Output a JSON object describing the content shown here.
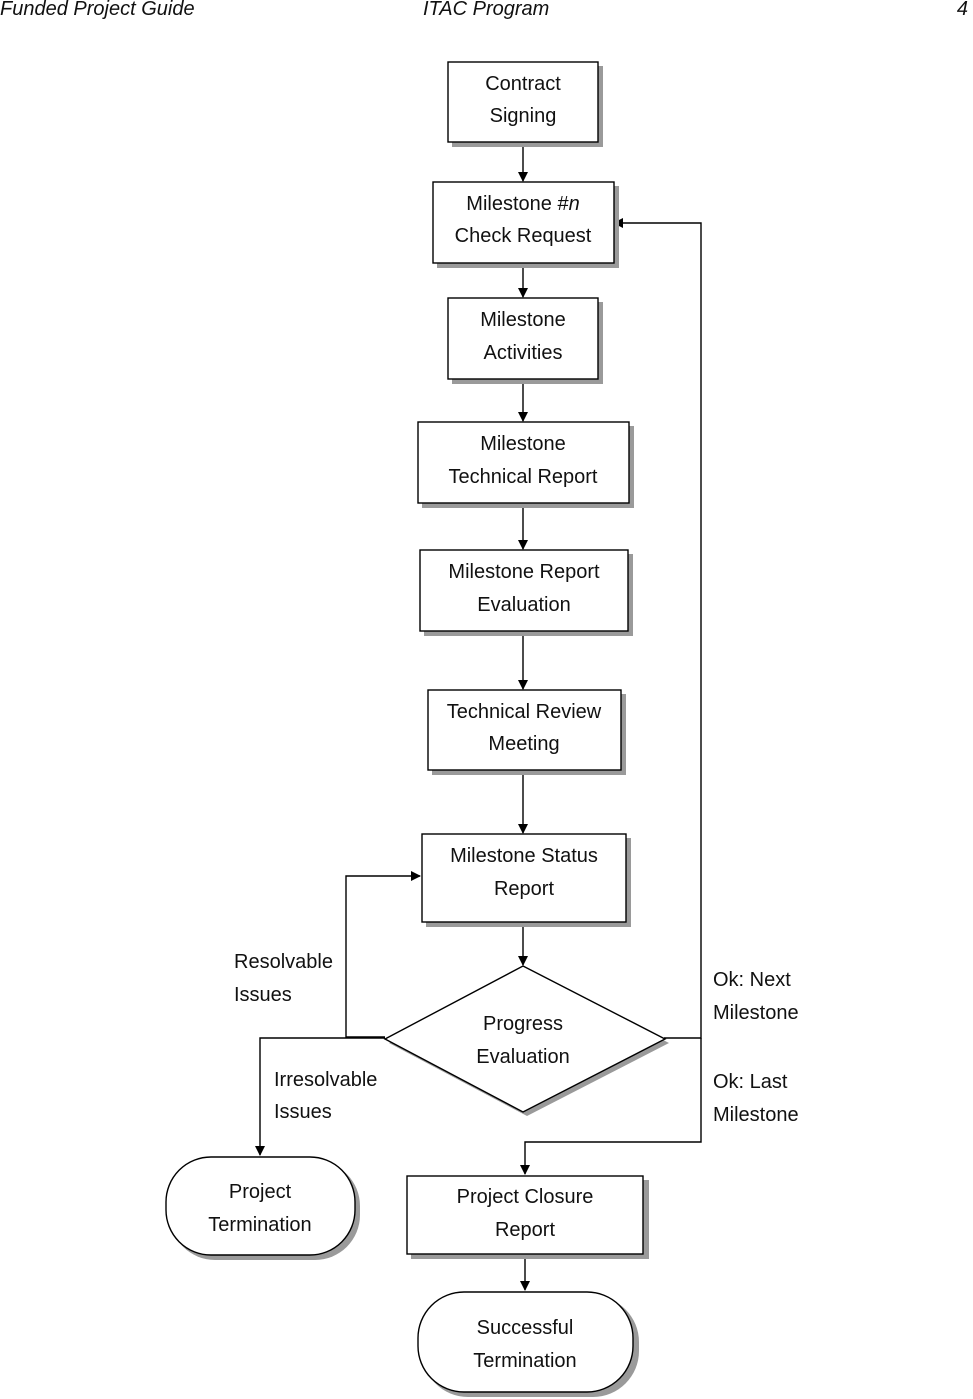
{
  "header": {
    "left": "Funded Project Guide",
    "center": "ITAC Program",
    "page_number": "4"
  },
  "nodes": {
    "contract_signing": [
      "Contract",
      "Signing"
    ],
    "milestone_check_request": [
      "Milestone #n",
      "Check Request"
    ],
    "milestone_activities": [
      "Milestone",
      "Activities"
    ],
    "milestone_technical_report": [
      "Milestone",
      "Technical Report"
    ],
    "milestone_report_evaluation": [
      "Milestone Report",
      "Evaluation"
    ],
    "technical_review_meeting": [
      "Technical Review",
      "Meeting"
    ],
    "milestone_status_report": [
      "Milestone Status",
      "Report"
    ],
    "progress_evaluation": [
      "Progress",
      "Evaluation"
    ],
    "project_termination": [
      "Project",
      "Termination"
    ],
    "project_closure_report": [
      "Project Closure",
      "Report"
    ],
    "successful_termination": [
      "Successful",
      "Termination"
    ]
  },
  "edge_labels": {
    "resolvable_issues": [
      "Resolvable",
      "Issues"
    ],
    "irresolvable_issues": [
      "Irresolvable",
      "Issues"
    ],
    "ok_next_milestone": [
      "Ok: Next",
      "Milestone"
    ],
    "ok_last_milestone": [
      "Ok: Last",
      "Milestone"
    ]
  },
  "colors": {
    "stroke": "#000000",
    "shadow": "#9a9a9a",
    "fill": "#ffffff"
  }
}
